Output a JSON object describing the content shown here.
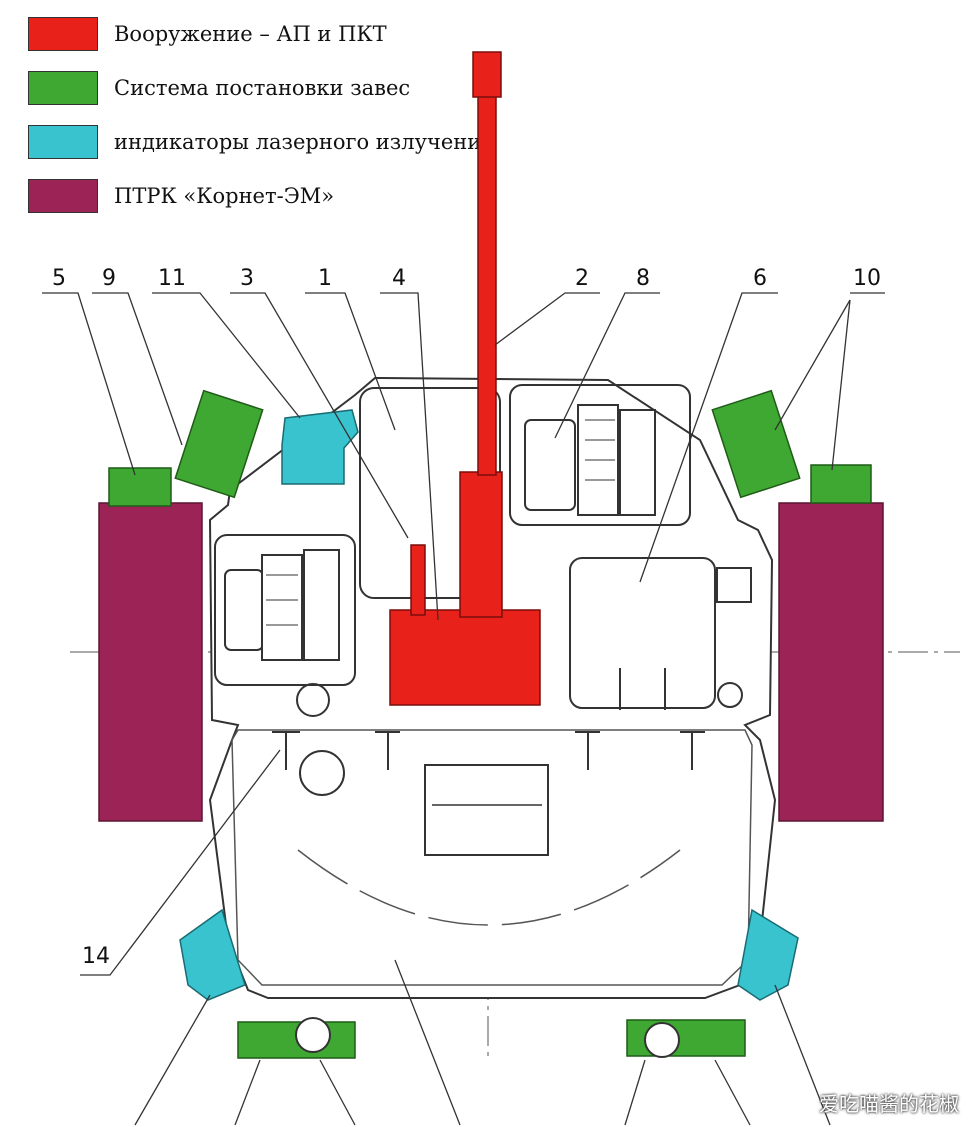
{
  "legend": {
    "items": [
      {
        "label": "Вооружение – АП и ПКТ",
        "color": "#e8211b"
      },
      {
        "label": "Система постановки завес",
        "color": "#3fa832"
      },
      {
        "label": "индикаторы лазерного излучения",
        "color": "#39c3cf"
      },
      {
        "label": "ПТРК «Корнет-ЭМ»",
        "color": "#9b2356"
      }
    ]
  },
  "callouts": [
    "5",
    "9",
    "11",
    "3",
    "1",
    "4",
    "2",
    "8",
    "6",
    "10",
    "14"
  ],
  "colors": {
    "line": "#333333",
    "body_fill": "#ffffff"
  },
  "watermark": "爱吃喵酱的花椒"
}
